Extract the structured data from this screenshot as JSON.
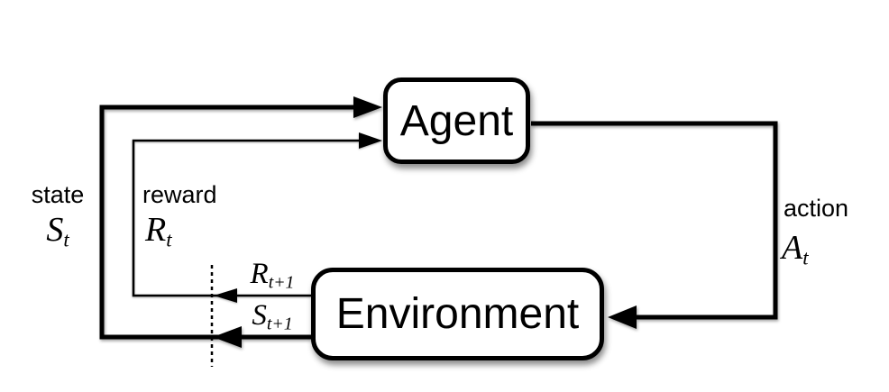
{
  "colors": {
    "ink": "#000000",
    "background": "#ffffff"
  },
  "boxes": {
    "agent": "Agent",
    "environment": "Environment"
  },
  "labels": {
    "state": {
      "word": "state",
      "sym": "S",
      "sub": "t"
    },
    "reward": {
      "word": "reward",
      "sym": "R",
      "sub": "t"
    },
    "action": {
      "word": "action",
      "sym": "A",
      "sub": "t"
    },
    "reward_next": {
      "sym": "R",
      "sub": "t+1"
    },
    "state_next": {
      "sym": "S",
      "sub": "t+1"
    }
  }
}
